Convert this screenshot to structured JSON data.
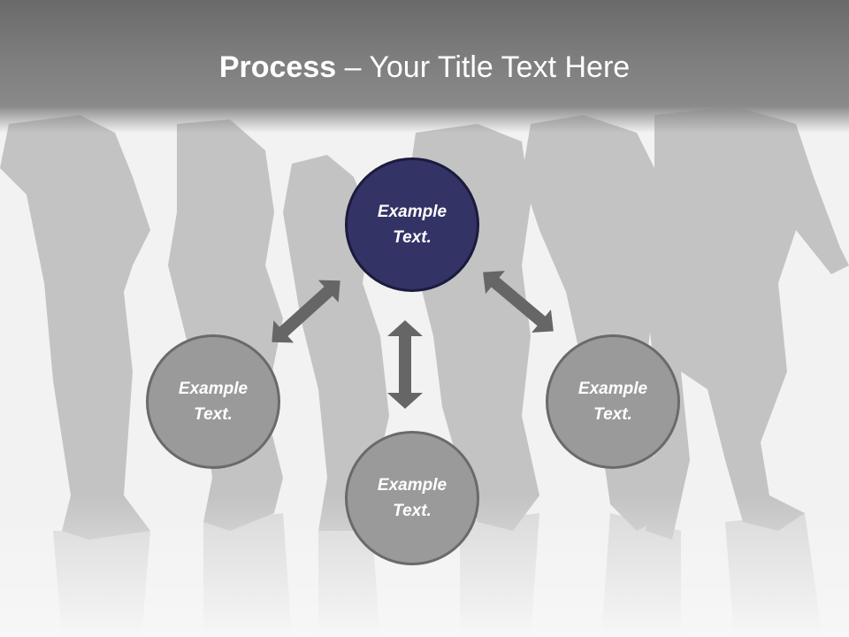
{
  "slide": {
    "title_strong": "Process",
    "title_rest": " – Your Title Text Here"
  },
  "nodes": {
    "top": "Example\nText.",
    "left": "Example\nText.",
    "bottom": "Example\nText.",
    "right": "Example\nText."
  },
  "colors": {
    "highlight_node": "#333366",
    "node_fill": "#9a9a9a",
    "arrow": "#666666",
    "silhouette": "#c3c3c3"
  }
}
